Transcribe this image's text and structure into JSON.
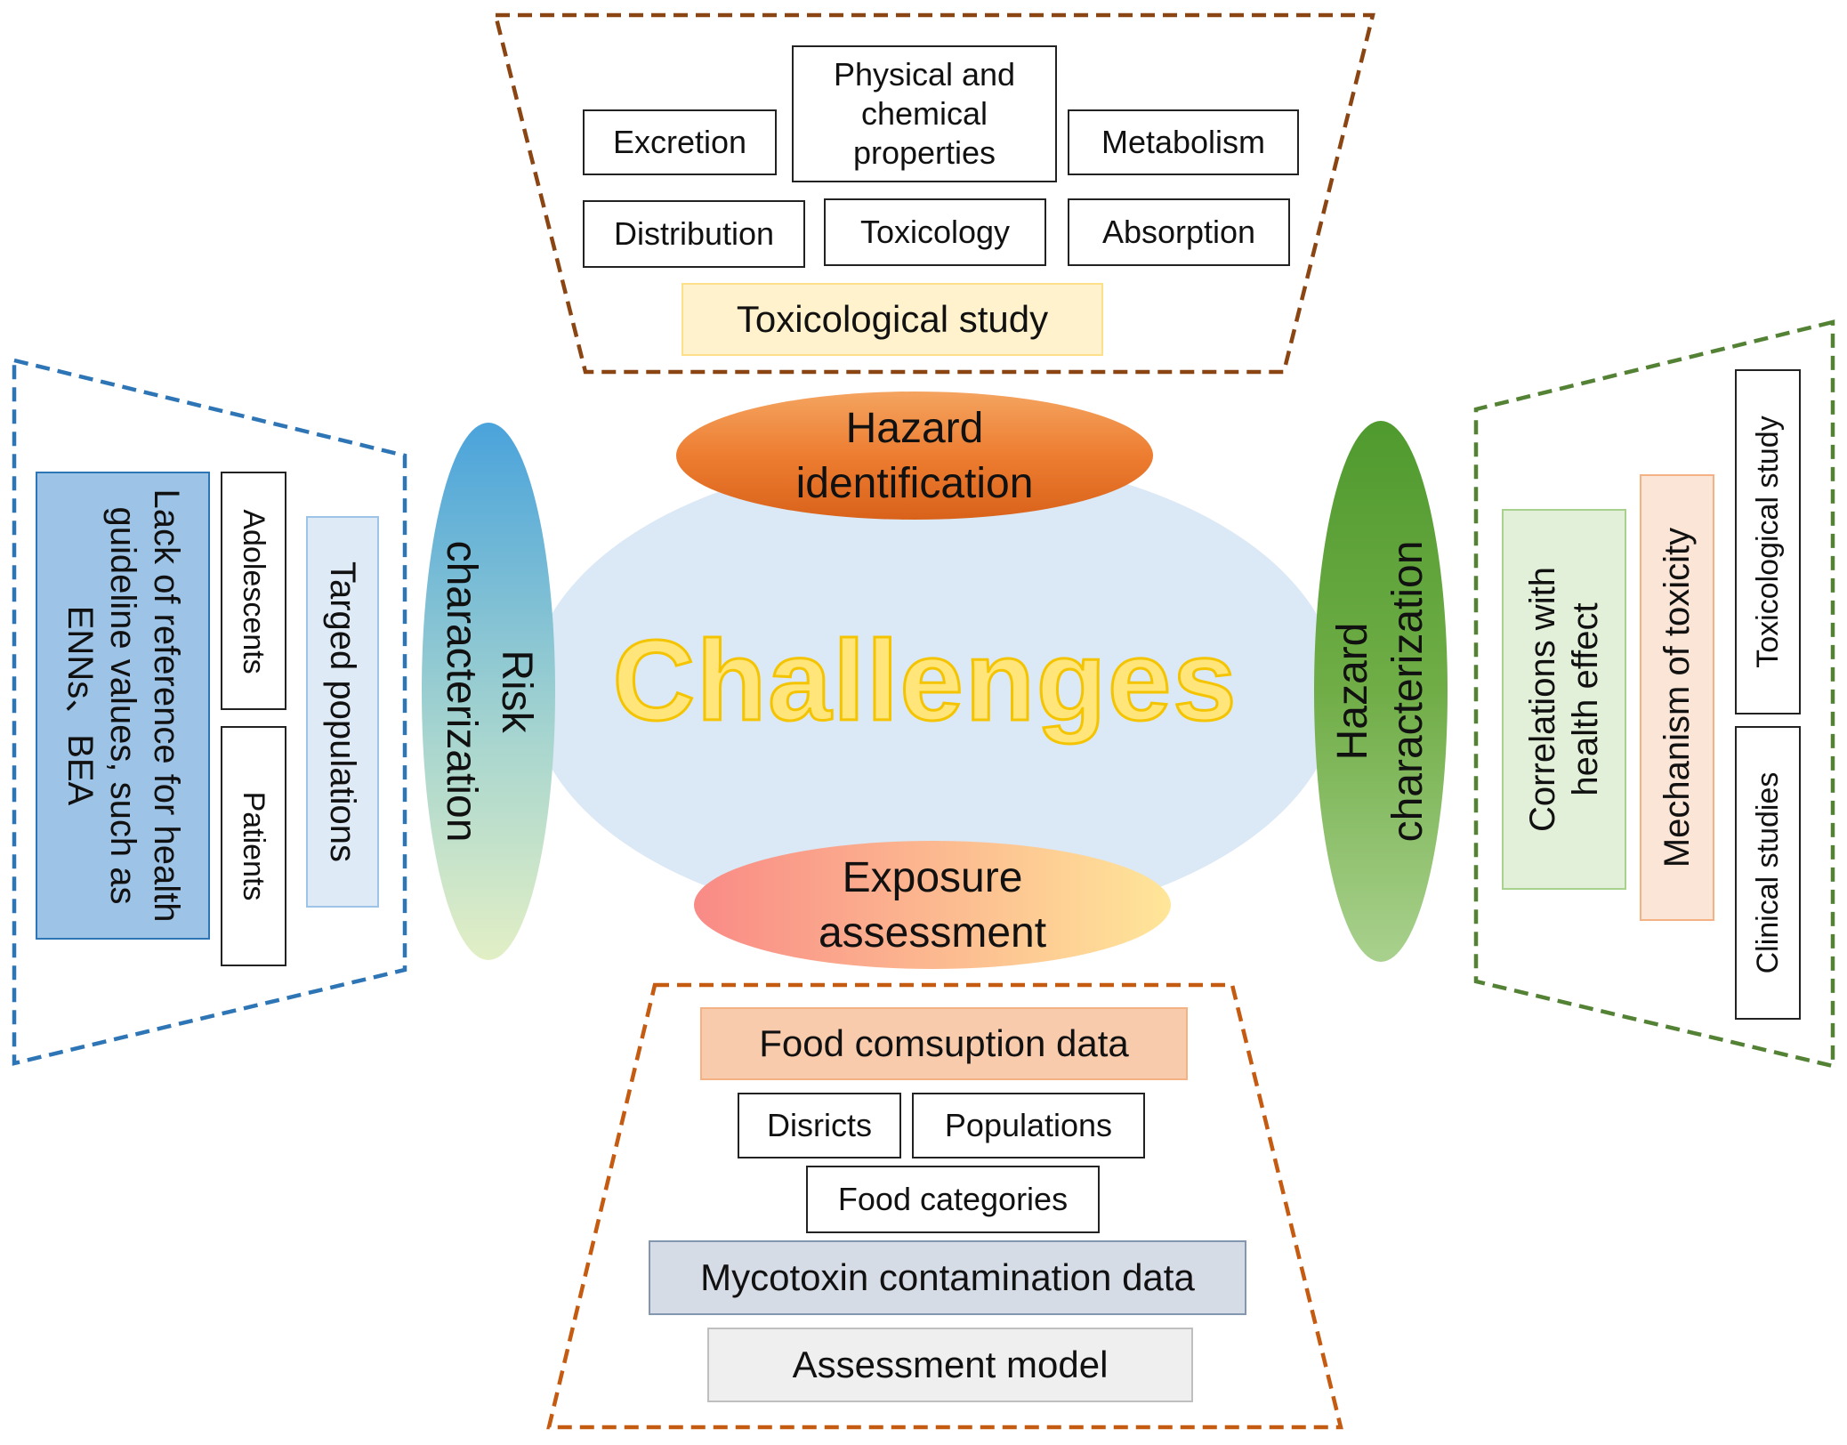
{
  "center": {
    "title": "Challenges"
  },
  "stages": {
    "hazard_identification": "Hazard identification",
    "exposure_assessment": "Exposure assessment",
    "risk_characterization": "Risk characterization",
    "hazard_characterization": "Hazard characterization"
  },
  "top_panel": {
    "items": {
      "excretion": "Excretion",
      "physchem": "Physical and chemical properties",
      "metabolism": "Metabolism",
      "distribution": "Distribution",
      "toxicology": "Toxicology",
      "absorption": "Absorption"
    },
    "footer": "Toxicological study"
  },
  "bottom_panel": {
    "food_consumption": "Food comsuption data",
    "districts": "Disricts",
    "populations": "Populations",
    "food_categories": "Food categories",
    "mycotoxin": "Mycotoxin contamination data",
    "model": "Assessment model"
  },
  "left_panel": {
    "lack_reference": "Lack of reference for health guideline values, such as ENNs、BEA",
    "adolescents": "Adolescents",
    "patients": "Patients",
    "targeted": "Targed populations"
  },
  "right_panel": {
    "correlations": "Correlations with health effect",
    "mechanism": "Mechanism of toxicity",
    "tox_study": "Toxicological study",
    "clinical": "Clinical studies"
  },
  "colors": {
    "top_dash": "#8b4513",
    "bottom_dash": "#c55a11",
    "left_dash": "#2e75b6",
    "right_dash": "#548235",
    "center_ellipse": "#dbe8f5",
    "challenges_text": "#ffe57a"
  }
}
